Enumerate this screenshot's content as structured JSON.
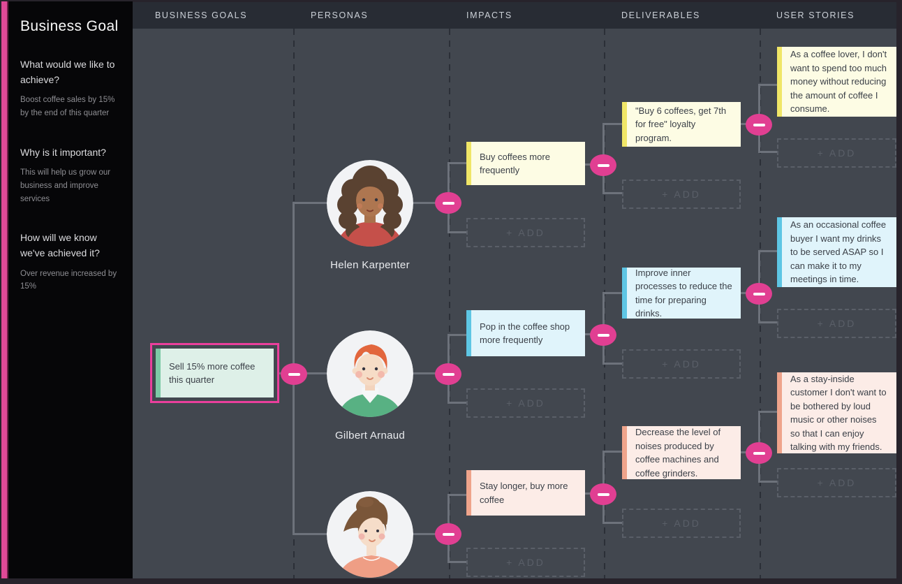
{
  "sidebar": {
    "title": "Business Goal",
    "sections": [
      {
        "heading": "What would we like to achieve?",
        "body": "Boost coffee sales by 15% by the end of this quarter"
      },
      {
        "heading": "Why is it important?",
        "body": "This will help us grow our business and improve services"
      },
      {
        "heading": "How will we know we've achieved it?",
        "body": "Over revenue increased by 15%"
      }
    ]
  },
  "header": {
    "columns": [
      "BUSINESS GOALS",
      "PERSONAS",
      "IMPACTS",
      "DELIVERABLES",
      "USER STORIES"
    ]
  },
  "board": {
    "add_label": "+ ADD",
    "goal": {
      "text": "Sell 15% more coffee this quarter",
      "selected": true,
      "color": "mint"
    },
    "personas": [
      {
        "name": "Helen Karpenter"
      },
      {
        "name": "Gilbert Arnaud"
      },
      {
        "name": ""
      }
    ],
    "impacts": [
      {
        "text": "Buy coffees more frequently",
        "color": "yellow"
      },
      {
        "text": "Pop in the coffee shop more frequently",
        "color": "blue"
      },
      {
        "text": "Stay longer, buy more coffee",
        "color": "peach"
      }
    ],
    "deliverables": [
      {
        "text": "\"Buy 6 coffees, get 7th for free\" loyalty program.",
        "color": "yellow"
      },
      {
        "text": "Improve inner processes to reduce the time for preparing drinks.",
        "color": "blue"
      },
      {
        "text": "Decrease the level of noises produced by coffee machines and coffee grinders.",
        "color": "peach"
      }
    ],
    "user_stories": [
      {
        "text": "As a coffee lover, I don't want to spend too much money without reducing the amount of coffee I consume.",
        "color": "yellow"
      },
      {
        "text": "As an occasional coffee buyer I want my drinks to be served ASAP so I can make it to my meetings in time.",
        "color": "blue"
      },
      {
        "text": "As a stay-inside customer I don't want to be bothered by loud music or other noises so that I can enjoy talking with my friends.",
        "color": "peach"
      }
    ]
  },
  "colors": {
    "canvas_bg": "#42474f",
    "header_bg": "#282c34",
    "sidebar_bg": "#060608",
    "accent_strip": "#df4a97",
    "selection_pink": "#ea3f9c",
    "node_pink": "#e13f92",
    "connector_gray": "#6d727b",
    "card_yellow": "#fdfce4",
    "stripe_yellow": "#f0e667",
    "card_blue": "#e0f4fb",
    "stripe_blue": "#5ec6e4",
    "card_peach": "#fcece7",
    "stripe_peach": "#efa48b",
    "card_mint": "#def0e8",
    "stripe_mint": "#7dcaa6"
  }
}
